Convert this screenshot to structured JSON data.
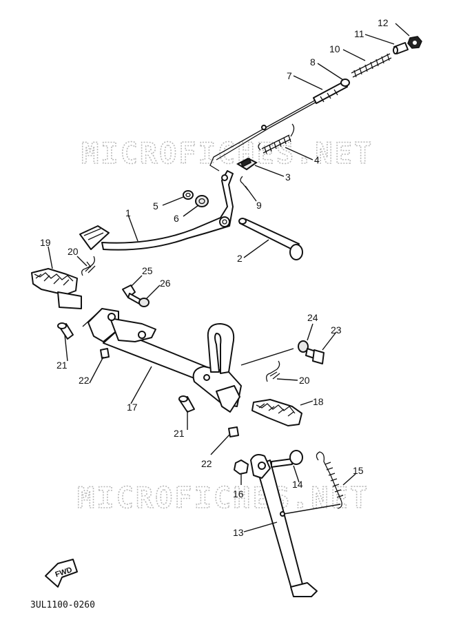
{
  "watermark": "MICROFICHES.NET",
  "diagram_code": "3UL1100-0260",
  "direction_label": "FWD",
  "callouts": {
    "c1": "1",
    "c2": "2",
    "c3": "3",
    "c4": "4",
    "c5": "5",
    "c6": "6",
    "c7": "7",
    "c8": "8",
    "c9": "9",
    "c10": "10",
    "c11": "11",
    "c12": "12",
    "c13": "13",
    "c14": "14",
    "c15": "15",
    "c16": "16",
    "c17": "17",
    "c18": "18",
    "c19": "19",
    "c20a": "20",
    "c20b": "20",
    "c21a": "21",
    "c21b": "21",
    "c22a": "22",
    "c22b": "22",
    "c23": "23",
    "c24": "24",
    "c25": "25",
    "c26": "26"
  },
  "colors": {
    "line": "#111111",
    "watermark": "#b9b9b9",
    "background": "#ffffff"
  }
}
